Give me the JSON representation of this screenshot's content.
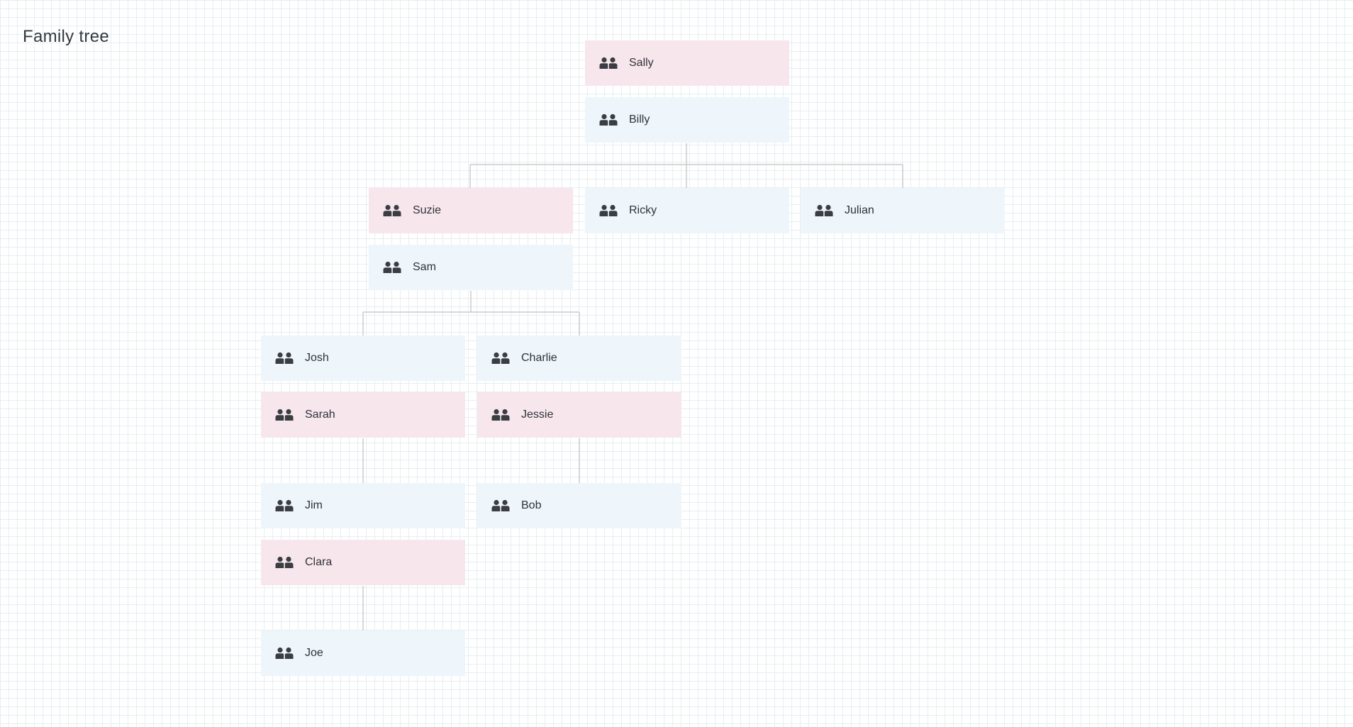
{
  "title": "Family tree",
  "colors": {
    "female": "#f8e6ed",
    "male": "#eef6fb",
    "connector": "#cccccc",
    "icon": "#3a3d42"
  },
  "members": {
    "sally": {
      "name": "Sally",
      "gender": "female",
      "icon": "people-icon"
    },
    "billy": {
      "name": "Billy",
      "gender": "male",
      "icon": "people-icon"
    },
    "suzie": {
      "name": "Suzie",
      "gender": "female",
      "icon": "people-icon"
    },
    "ricky": {
      "name": "Ricky",
      "gender": "male",
      "icon": "people-icon"
    },
    "julian": {
      "name": "Julian",
      "gender": "male",
      "icon": "people-icon"
    },
    "sam": {
      "name": "Sam",
      "gender": "male",
      "icon": "people-icon"
    },
    "josh": {
      "name": "Josh",
      "gender": "male",
      "icon": "people-icon"
    },
    "charlie": {
      "name": "Charlie",
      "gender": "male",
      "icon": "people-icon"
    },
    "sarah": {
      "name": "Sarah",
      "gender": "female",
      "icon": "people-icon"
    },
    "jessie": {
      "name": "Jessie",
      "gender": "female",
      "icon": "people-icon"
    },
    "jim": {
      "name": "Jim",
      "gender": "male",
      "icon": "people-icon"
    },
    "bob": {
      "name": "Bob",
      "gender": "male",
      "icon": "people-icon"
    },
    "clara": {
      "name": "Clara",
      "gender": "female",
      "icon": "people-icon"
    },
    "joe": {
      "name": "Joe",
      "gender": "male",
      "icon": "people-icon"
    }
  },
  "couples": [
    {
      "partners": [
        "sally",
        "billy"
      ],
      "children": [
        "suzie",
        "ricky",
        "julian"
      ]
    },
    {
      "partners": [
        "suzie",
        "sam"
      ],
      "children": [
        "josh",
        "charlie"
      ]
    },
    {
      "partners": [
        "josh",
        "sarah"
      ],
      "children": [
        "jim"
      ]
    },
    {
      "partners": [
        "charlie",
        "jessie"
      ],
      "children": [
        "bob"
      ]
    },
    {
      "partners": [
        "jim",
        "clara"
      ],
      "children": [
        "joe"
      ]
    }
  ]
}
